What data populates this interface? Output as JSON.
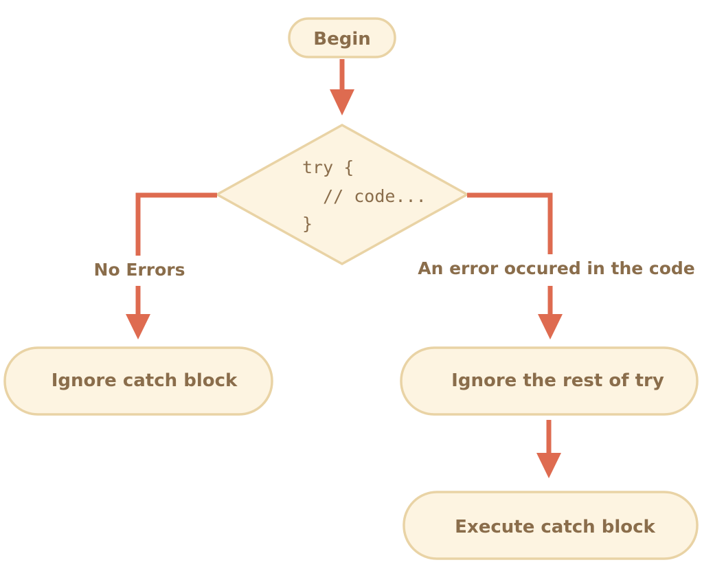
{
  "nodes": {
    "begin": {
      "label": "Begin"
    },
    "decision": {
      "code_lines": [
        "try {",
        "  // code...",
        "}"
      ]
    },
    "ignore_catch": {
      "label": "Ignore catch block"
    },
    "ignore_rest": {
      "label": "Ignore the rest of try"
    },
    "execute_catch": {
      "label": "Execute catch block"
    }
  },
  "edges": {
    "no_errors": {
      "label": "No Errors"
    },
    "error_occured": {
      "label": "An error occured in the code"
    }
  },
  "colors": {
    "node_fill": "#fdf4e1",
    "node_stroke": "#e9d3a5",
    "arrow": "#de6b50",
    "text": "#8a6d4b"
  }
}
